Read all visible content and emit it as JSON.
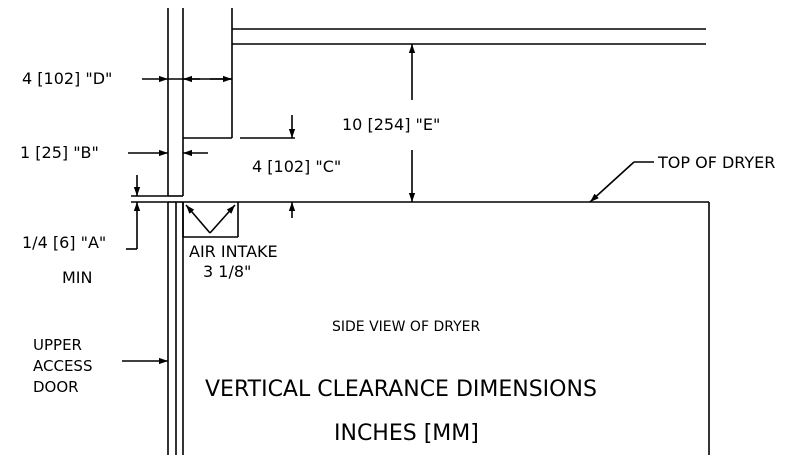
{
  "labels": {
    "dim_d": "4 [102] \"D\"",
    "dim_b": "1 [25] \"B\"",
    "dim_a_line1": "1/4 [6] \"A\"",
    "dim_a_line2": "MIN",
    "dim_e": "10 [254] \"E\"",
    "dim_c": "4 [102] \"C\"",
    "top_of_dryer": "TOP OF DRYER",
    "air_intake_line1": "AIR INTAKE",
    "air_intake_line2": "3 1/8\"",
    "upper_access_line1": "UPPER",
    "upper_access_line2": "ACCESS",
    "upper_access_line3": "DOOR",
    "side_view": "SIDE VIEW OF DRYER",
    "title_line1": "VERTICAL CLEARANCE DIMENSIONS",
    "title_line2": "INCHES [MM]"
  }
}
